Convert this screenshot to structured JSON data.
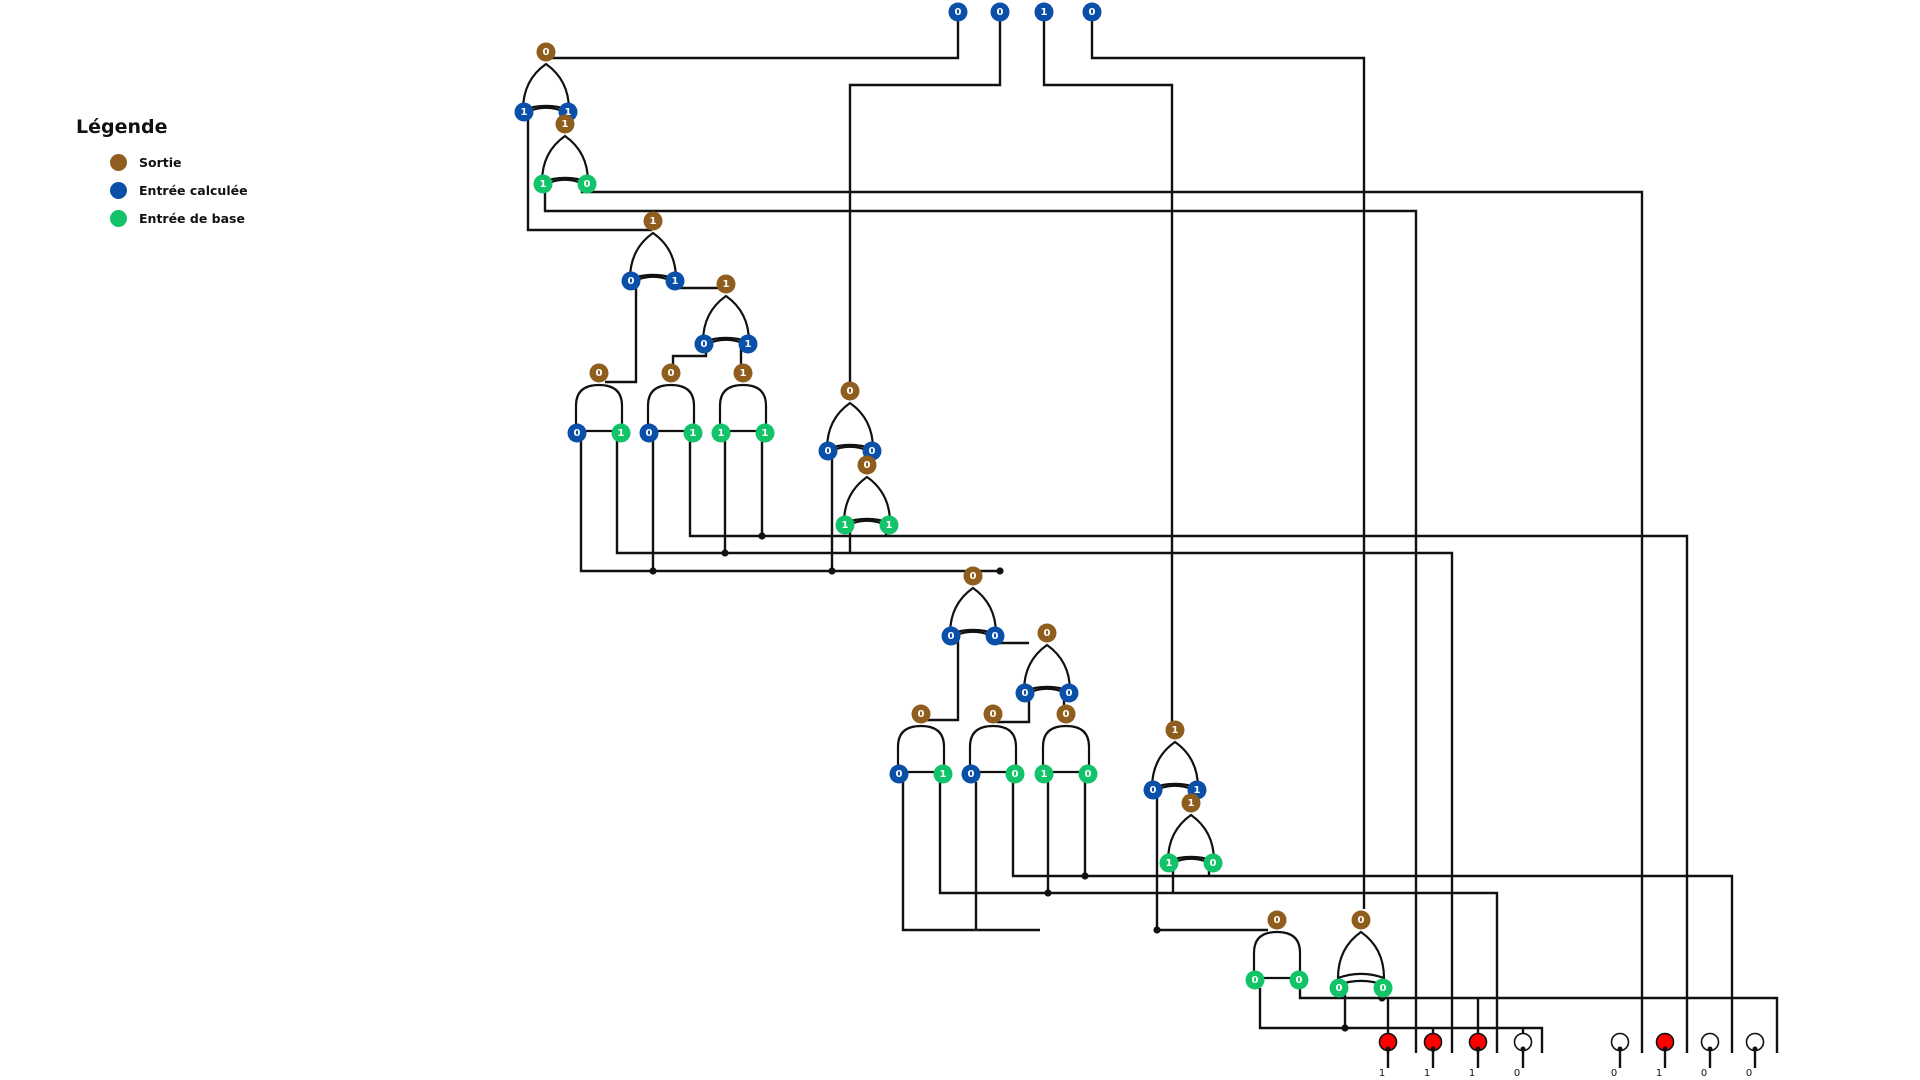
{
  "legend": {
    "title": "Légende",
    "items": [
      {
        "label": "Sortie",
        "color": "#8f5e1e"
      },
      {
        "label": "Entrée calculée",
        "color": "#0a4fa8"
      },
      {
        "label": "Entrée de base",
        "color": "#13c36a"
      }
    ]
  },
  "colors": {
    "sortie": "#8f5e1e",
    "calculee": "#0a4fa8",
    "base": "#13c36a",
    "lamp_on": "#ff0000",
    "lamp_off": "#ffffff"
  },
  "top_inputs": [
    "0",
    "0",
    "1",
    "0"
  ],
  "gates": [
    {
      "id": "or-1",
      "type": "or",
      "out": "0",
      "in": [
        "1",
        "1"
      ],
      "in_kind": [
        "calculee",
        "calculee"
      ]
    },
    {
      "id": "or-2",
      "type": "or",
      "out": "1",
      "in": [
        "1",
        "0"
      ],
      "in_kind": [
        "base",
        "base"
      ]
    },
    {
      "id": "or-3",
      "type": "or",
      "out": "1",
      "in": [
        "0",
        "1"
      ],
      "in_kind": [
        "calculee",
        "calculee"
      ]
    },
    {
      "id": "or-4",
      "type": "or",
      "out": "1",
      "in": [
        "0",
        "1"
      ],
      "in_kind": [
        "calculee",
        "calculee"
      ]
    },
    {
      "id": "and-1",
      "type": "and",
      "out": "0",
      "in": [
        "0",
        "1"
      ],
      "in_kind": [
        "calculee",
        "base"
      ]
    },
    {
      "id": "and-2",
      "type": "and",
      "out": "0",
      "in": [
        "0",
        "1"
      ],
      "in_kind": [
        "calculee",
        "base"
      ]
    },
    {
      "id": "and-3",
      "type": "and",
      "out": "1",
      "in": [
        "1",
        "1"
      ],
      "in_kind": [
        "base",
        "base"
      ]
    },
    {
      "id": "or-5",
      "type": "or",
      "out": "0",
      "in": [
        "0",
        "0"
      ],
      "in_kind": [
        "calculee",
        "calculee"
      ]
    },
    {
      "id": "or-6",
      "type": "or",
      "out": "0",
      "in": [
        "1",
        "1"
      ],
      "in_kind": [
        "base",
        "base"
      ]
    },
    {
      "id": "or-7",
      "type": "or",
      "out": "0",
      "in": [
        "0",
        "0"
      ],
      "in_kind": [
        "calculee",
        "calculee"
      ]
    },
    {
      "id": "or-8",
      "type": "or",
      "out": "0",
      "in": [
        "0",
        "0"
      ],
      "in_kind": [
        "calculee",
        "calculee"
      ]
    },
    {
      "id": "and-4",
      "type": "and",
      "out": "0",
      "in": [
        "0",
        "1"
      ],
      "in_kind": [
        "calculee",
        "base"
      ]
    },
    {
      "id": "and-5",
      "type": "and",
      "out": "0",
      "in": [
        "0",
        "0"
      ],
      "in_kind": [
        "calculee",
        "base"
      ]
    },
    {
      "id": "and-6",
      "type": "and",
      "out": "0",
      "in": [
        "1",
        "0"
      ],
      "in_kind": [
        "base",
        "base"
      ]
    },
    {
      "id": "or-9",
      "type": "or",
      "out": "1",
      "in": [
        "0",
        "1"
      ],
      "in_kind": [
        "calculee",
        "calculee"
      ]
    },
    {
      "id": "or-10",
      "type": "or",
      "out": "1",
      "in": [
        "1",
        "0"
      ],
      "in_kind": [
        "base",
        "base"
      ]
    },
    {
      "id": "and-7",
      "type": "and",
      "out": "0",
      "in": [
        "0",
        "0"
      ],
      "in_kind": [
        "base",
        "base"
      ]
    },
    {
      "id": "xor-1",
      "type": "xor",
      "out": "0",
      "in": [
        "0",
        "0"
      ],
      "in_kind": [
        "base",
        "base"
      ]
    }
  ],
  "lamps": [
    {
      "value": "1",
      "on": true
    },
    {
      "value": "1",
      "on": true
    },
    {
      "value": "1",
      "on": true
    },
    {
      "value": "0",
      "on": false
    },
    {
      "value": "0",
      "on": false
    },
    {
      "value": "1",
      "on": true
    },
    {
      "value": "0",
      "on": false
    },
    {
      "value": "0",
      "on": false
    }
  ]
}
